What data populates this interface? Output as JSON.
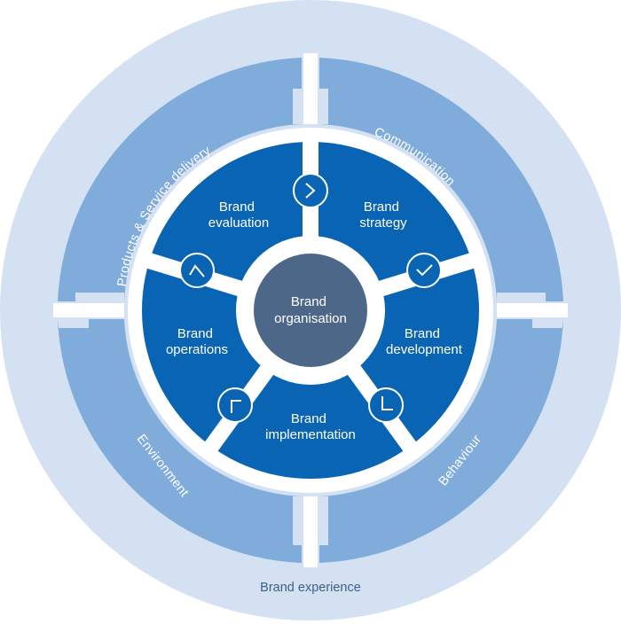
{
  "diagram": {
    "outer_ring_label": "Brand experience",
    "hub": {
      "line1": "Brand",
      "line2": "organisation"
    },
    "middle_ring": [
      {
        "id": "products",
        "label": "Products & Service delivery"
      },
      {
        "id": "communication",
        "label": "Communication"
      },
      {
        "id": "behaviour",
        "label": "Behaviour"
      },
      {
        "id": "environment",
        "label": "Environment"
      }
    ],
    "inner_ring": [
      {
        "id": "evaluation",
        "line1": "Brand",
        "line2": "evaluation"
      },
      {
        "id": "strategy",
        "line1": "Brand",
        "line2": "strategy"
      },
      {
        "id": "development",
        "line1": "Brand",
        "line2": "development"
      },
      {
        "id": "implementation",
        "line1": "Brand",
        "line2": "implementation"
      },
      {
        "id": "operations",
        "line1": "Brand",
        "line2": "operations"
      }
    ],
    "cycle_icons": [
      {
        "id": "icon-12",
        "name": "clock-12-icon"
      },
      {
        "id": "icon-2",
        "name": "clock-2-icon"
      },
      {
        "id": "icon-5",
        "name": "clock-5-icon"
      },
      {
        "id": "icon-7",
        "name": "clock-7-icon"
      },
      {
        "id": "icon-10",
        "name": "clock-10-icon"
      }
    ],
    "colors": {
      "outer_ring": "#d3e1f2",
      "middle_ring": "#80acdb",
      "inner_ring": "#0965b3",
      "hub": "#4c6788",
      "gap": "#ffffff",
      "outer_text": "#3f5f8a"
    }
  }
}
